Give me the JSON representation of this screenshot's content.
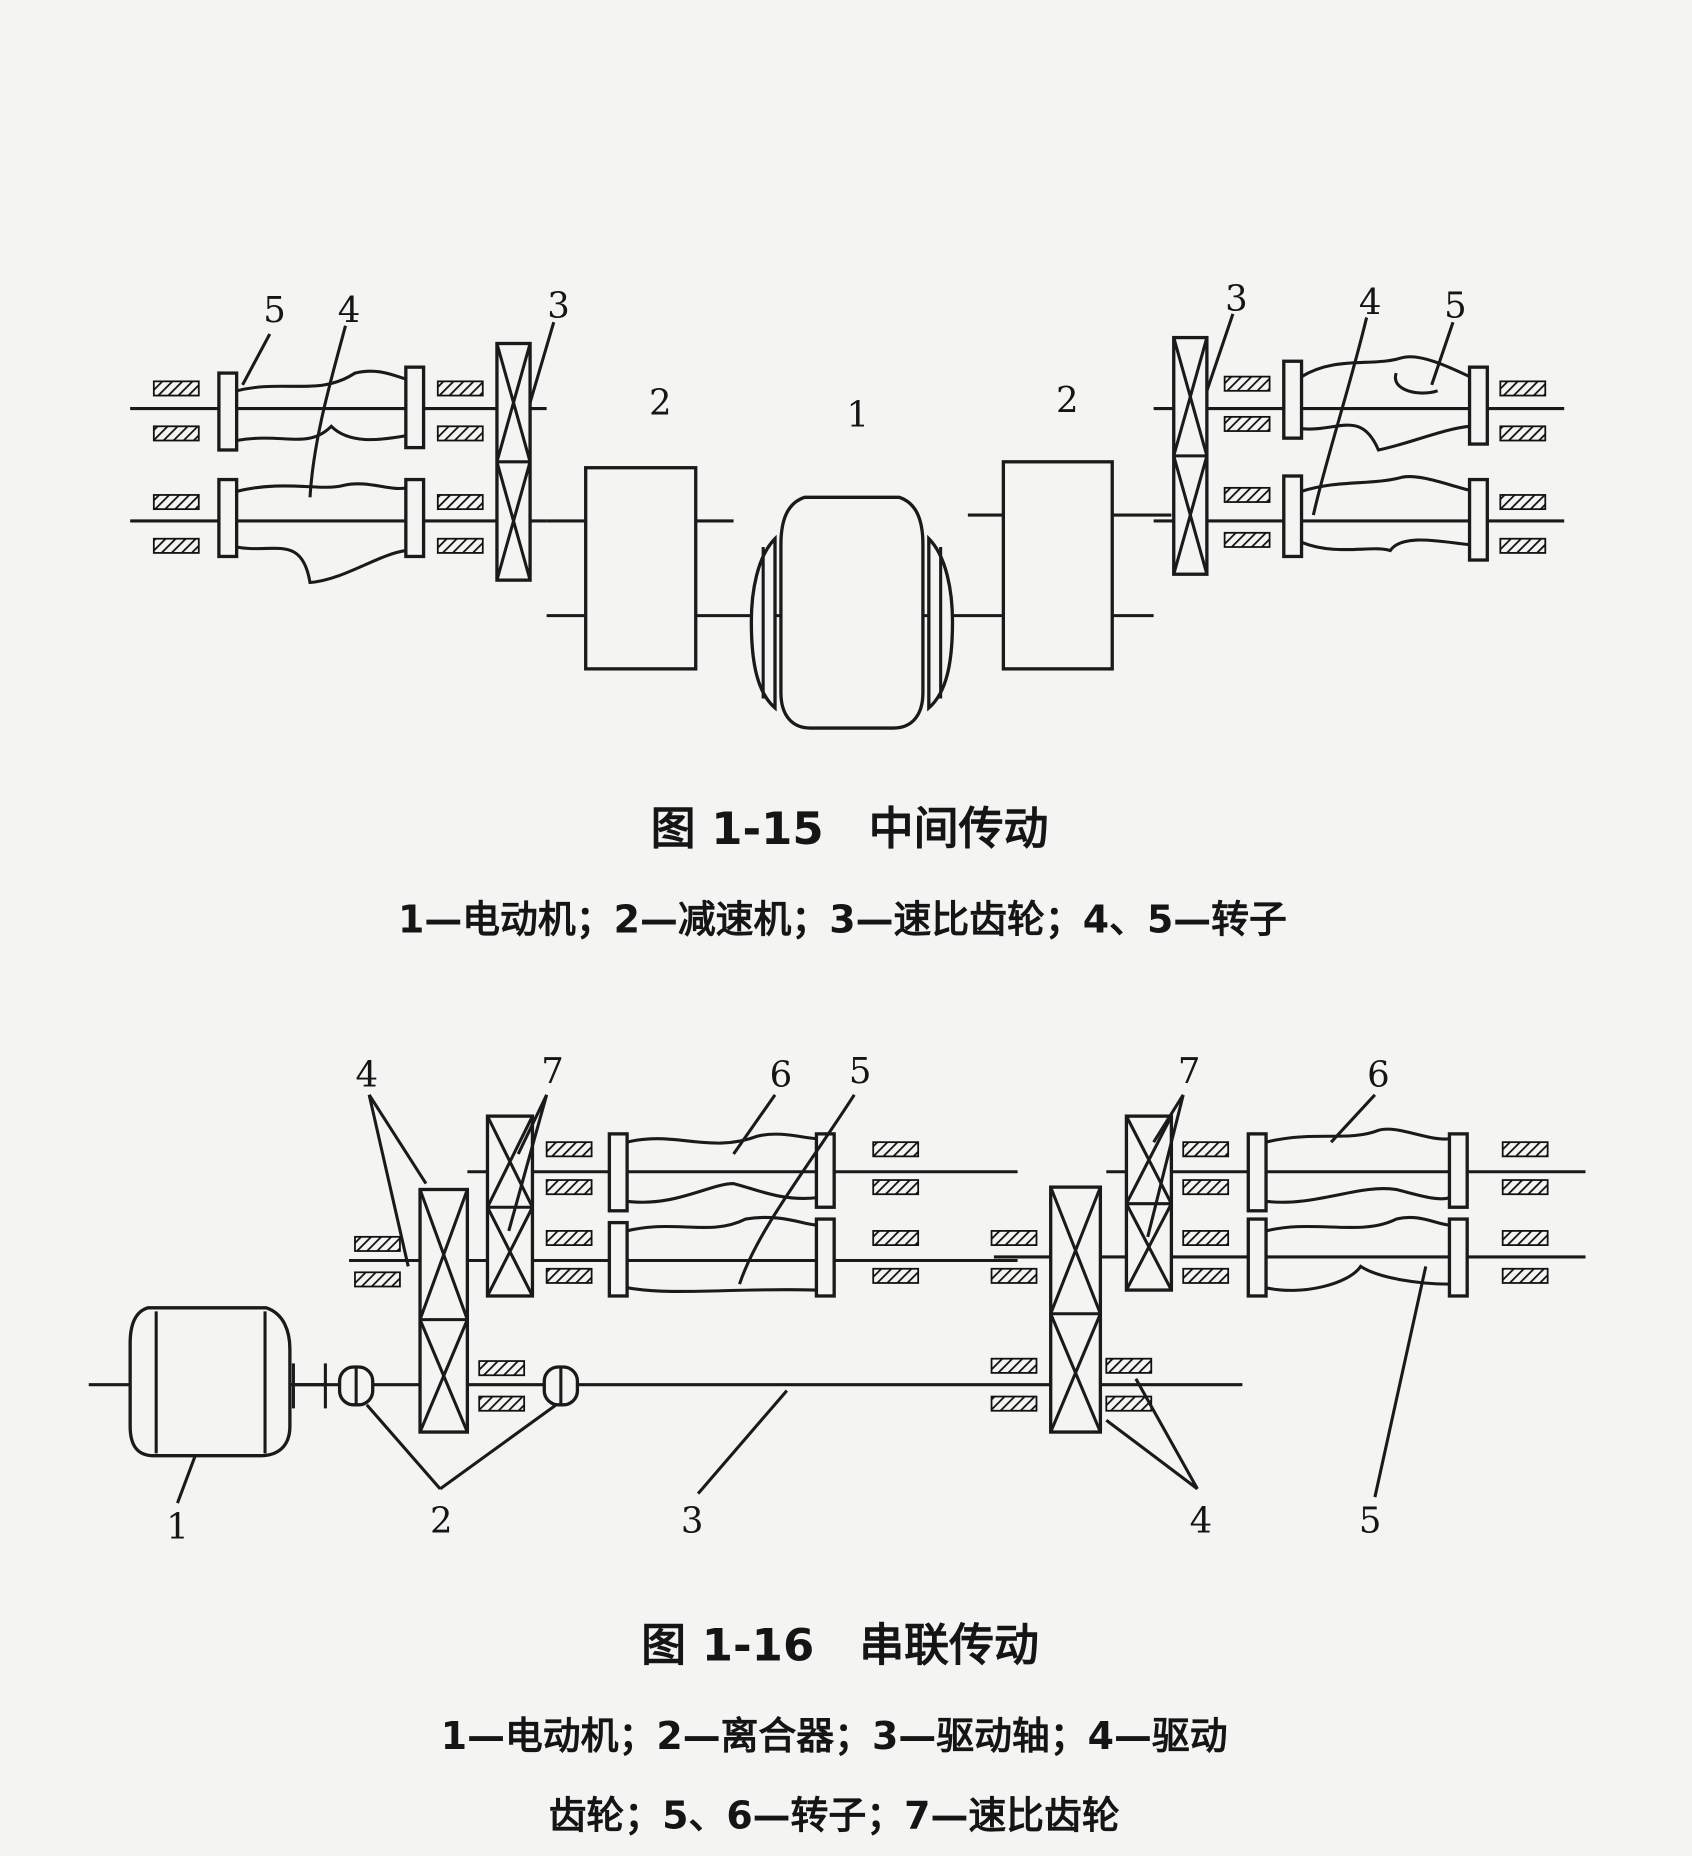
{
  "figure_15": {
    "labels": [
      "5",
      "4",
      "3",
      "2",
      "1",
      "2",
      "3",
      "4",
      "5"
    ],
    "title": "图 1-15　中间传动",
    "legend": "1—电动机；2—减速机；3—速比齿轮；4、5—转子"
  },
  "figure_16": {
    "labels": [
      "4",
      "7",
      "6",
      "5",
      "7",
      "6",
      "1",
      "2",
      "3",
      "4",
      "5"
    ],
    "title": "图 1-16　串联传动",
    "legend_line1": "1—电动机；2—离合器；3—驱动轴；4—驱动",
    "legend_line2": "齿轮；5、6—转子；7—速比齿轮"
  }
}
